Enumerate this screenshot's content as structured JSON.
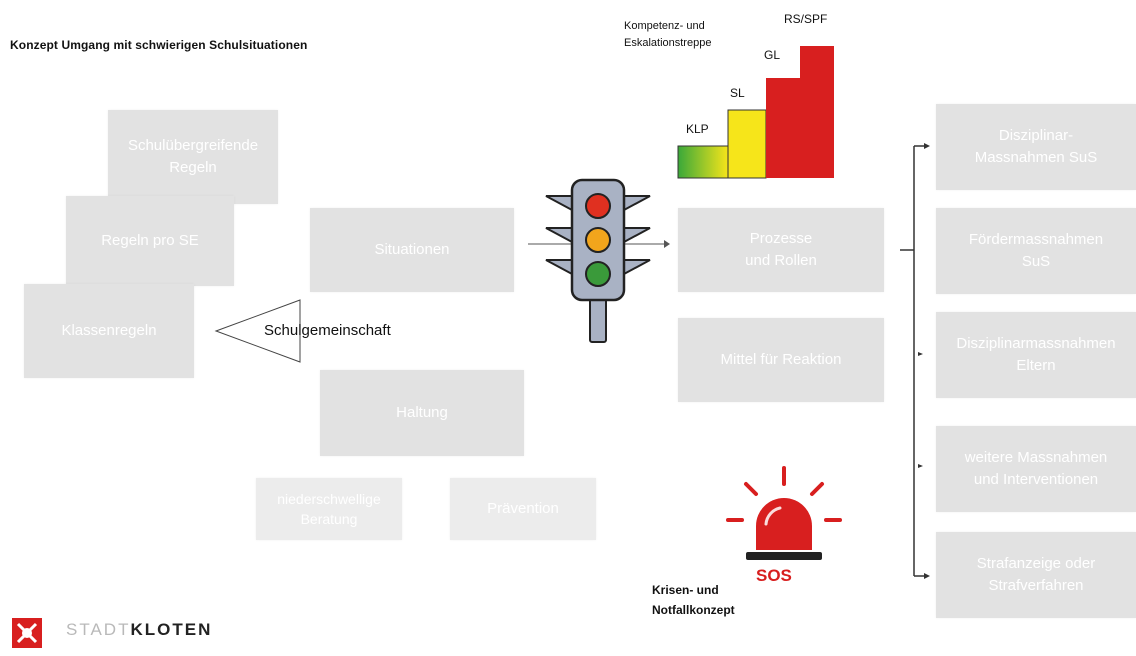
{
  "title": "Konzept Umgang mit schwierigen Schulsituationen",
  "left_boxes": {
    "schuluebergreifend": "Schulübergreifende\nRegeln",
    "regeln_se": "Regeln pro SE",
    "klassenregeln": "Klassenregeln"
  },
  "center_boxes": {
    "situationen": "Situationen",
    "haltung": "Haltung",
    "niederschwellig": "niederschwellige\nBeratung",
    "praevention": "Prävention"
  },
  "schulgemeinschaft": "Schulgemeinschaft",
  "staircase": {
    "caption": "Kompetenz- und\nEskalationstreppe",
    "steps": [
      "KLP",
      "SL",
      "GL",
      "RS/SPF"
    ]
  },
  "process_boxes": {
    "prozesse": "Prozesse\nund Rollen",
    "mittel": "Mittel für Reaktion"
  },
  "right_boxes": [
    "Disziplinar-\nMassnahmen SuS",
    "Fördermassnahmen\nSuS",
    "Disziplinarmassnahmen\nEltern",
    "weitere Massnahmen\nund Interventionen",
    "Strafanzeige oder\nStrafverfahren"
  ],
  "sos": {
    "badge": "SOS",
    "caption": "Krisen- und\nNotfallkonzept"
  },
  "logo": {
    "prefix": "STADT",
    "name": "KLOTEN"
  },
  "colors": {
    "box_gray": "#e2e2e2",
    "red": "#d81f1f",
    "yellow": "#f6e51a",
    "green": "#3aa83a"
  }
}
